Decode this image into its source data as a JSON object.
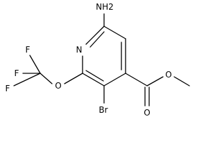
{
  "molecule": {
    "atoms": {
      "nh2": "NH2",
      "ring_n": "N",
      "o_ether": "O",
      "f1": "F",
      "f2": "F",
      "f3": "F",
      "br": "Br",
      "o_carbonyl": "O",
      "o_ester": "O"
    }
  },
  "colors": {
    "bond": "#000000",
    "text": "#000000",
    "background": "#ffffff"
  }
}
